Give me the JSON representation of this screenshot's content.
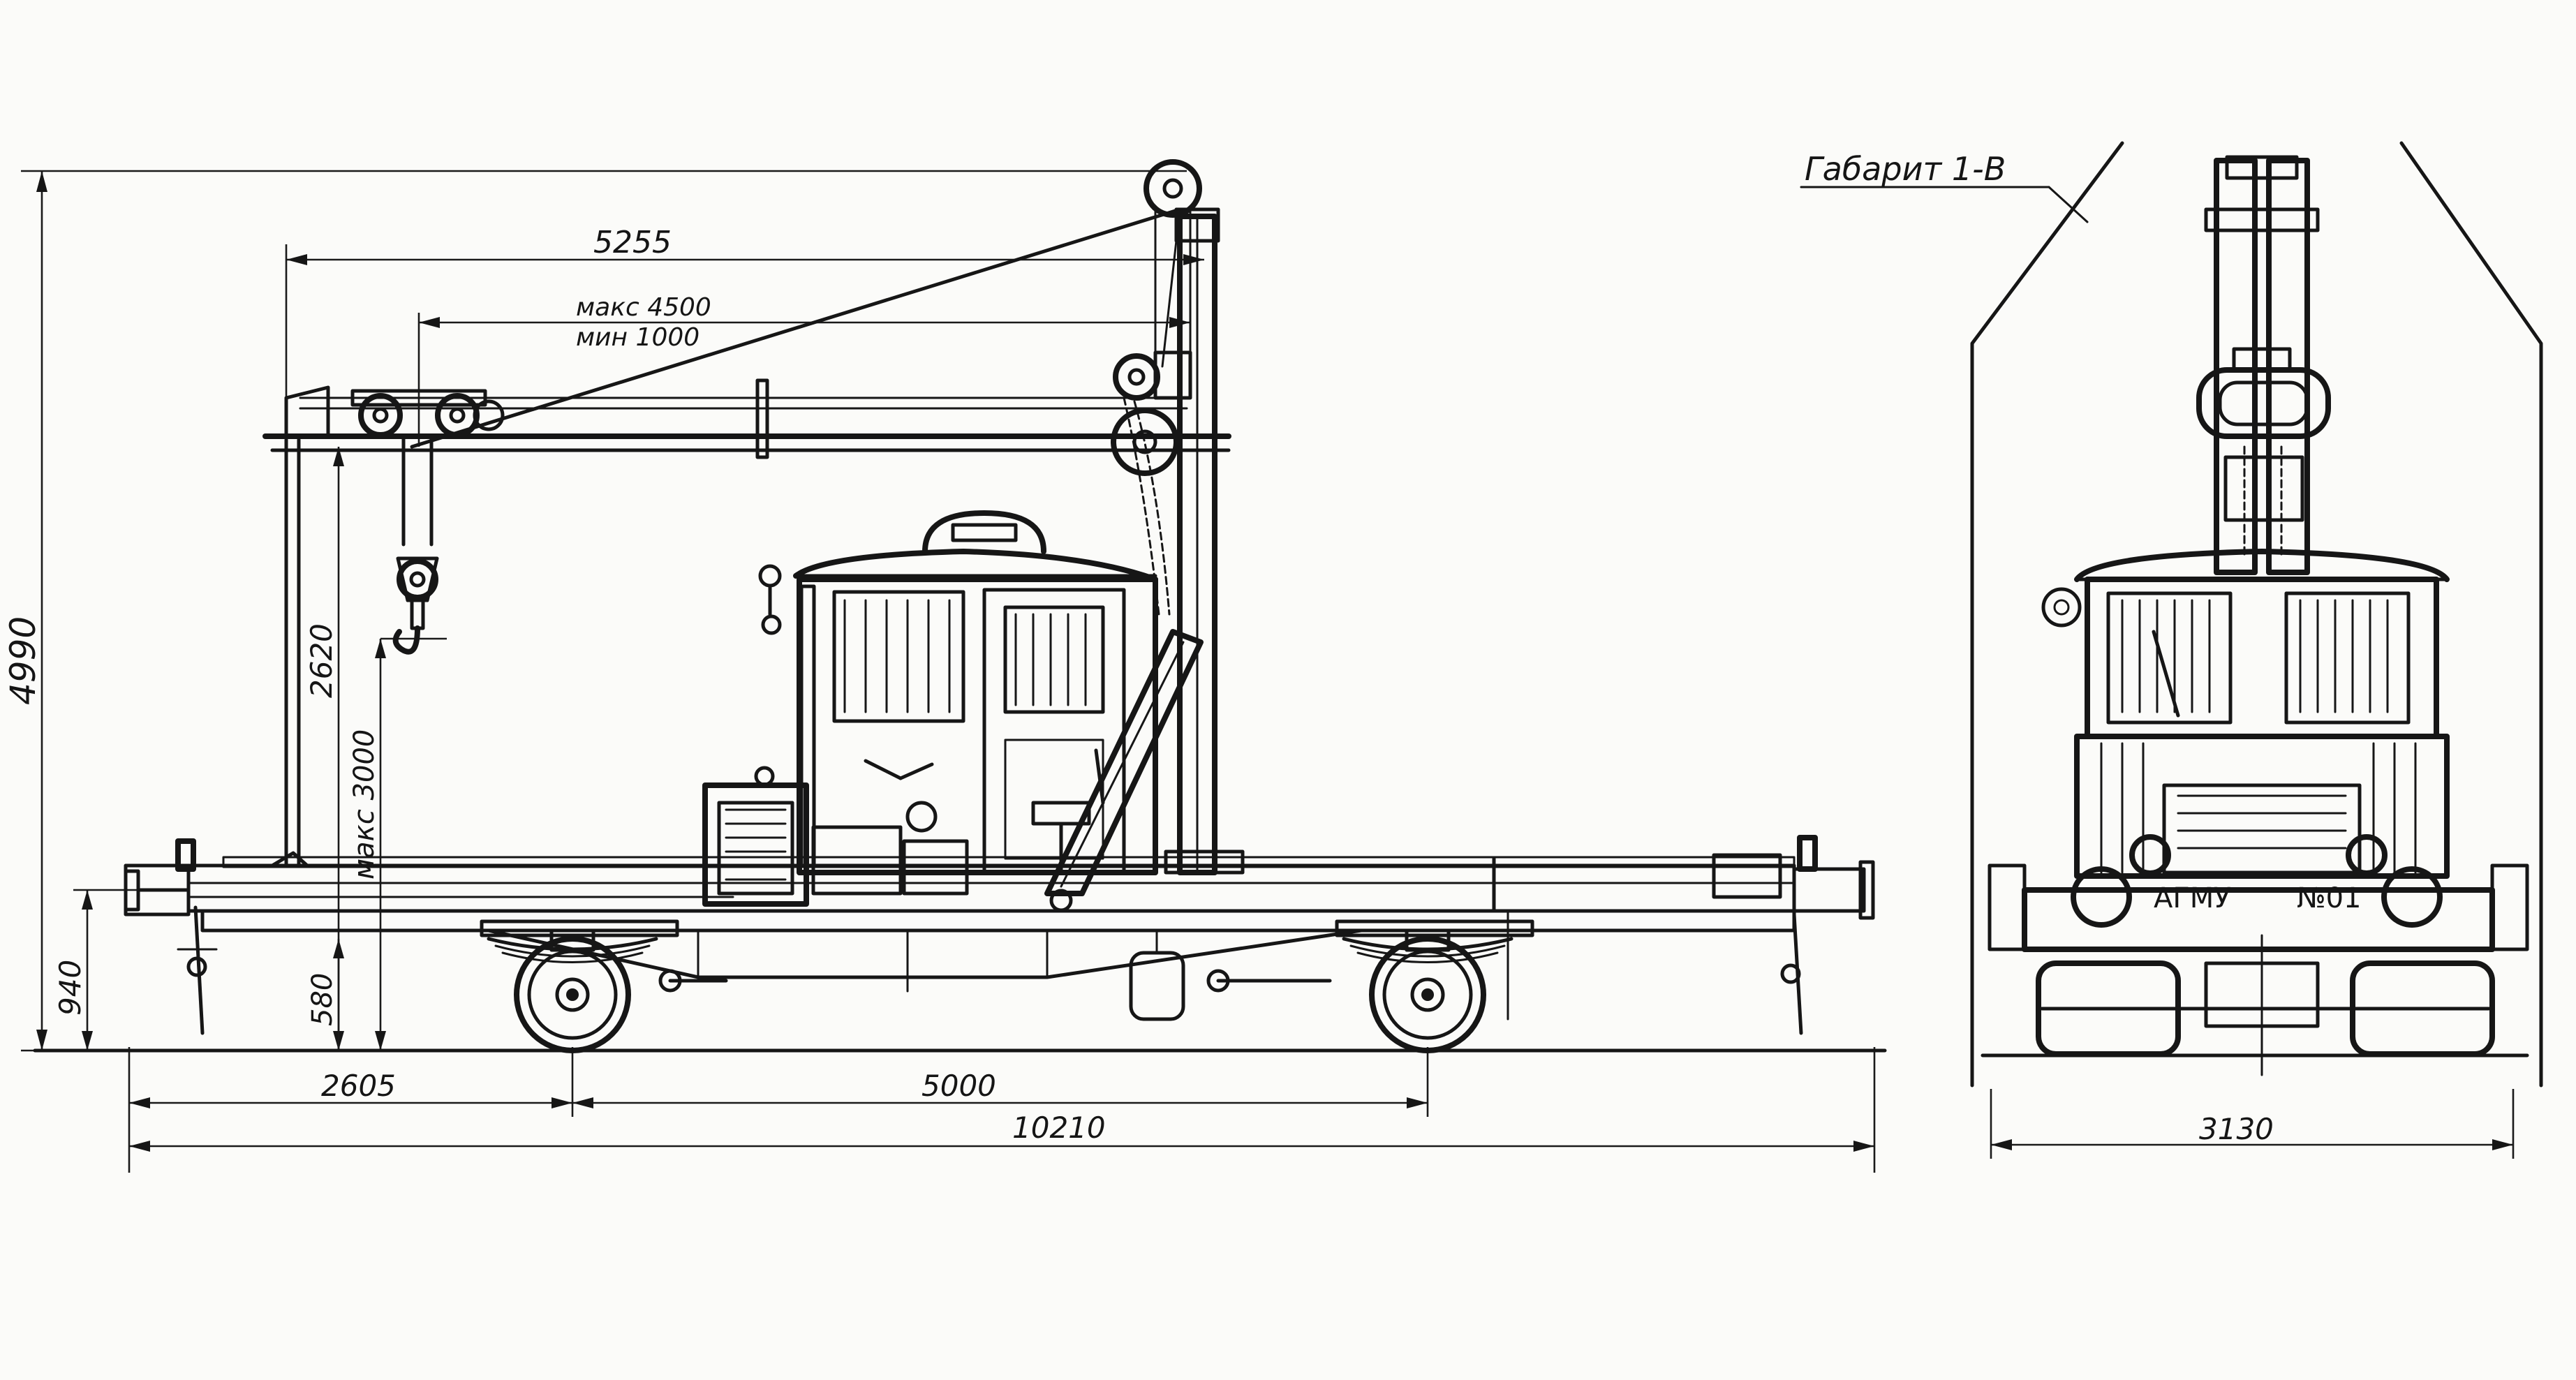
{
  "side_view": {
    "dimensions": {
      "total_height": "4990",
      "jib_reach": "5255",
      "reach_max": "макс 4500",
      "reach_min": "мин 1000",
      "jib_height": "2620",
      "hook_lift": "макс 3000",
      "buffer_height": "940",
      "frame_height": "580",
      "overhang": "2605",
      "wheelbase": "5000",
      "overall_length": "10210"
    }
  },
  "end_view": {
    "gauge_label": "Габарит 1-В",
    "width": "3130",
    "plate_left": "АГМУ",
    "plate_right": "№01"
  },
  "colors": {
    "ink": "#161616",
    "paper": "#fbfbf9"
  }
}
